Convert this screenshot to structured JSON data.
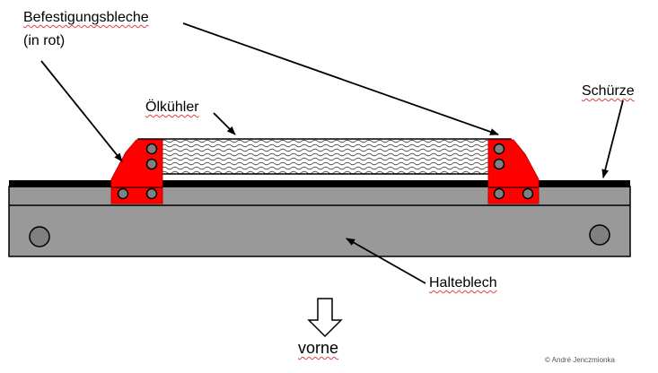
{
  "labels": {
    "befestigungsbleche": "Befestigungsbleche",
    "in_rot": "(in rot)",
    "oelkuehler": "Ölkühler",
    "schuerze": "Schürze",
    "halteblech": "Halteblech",
    "vorne": "vorne",
    "copyright": "© André Jenczmionka"
  },
  "colors": {
    "mounting_plates": "#ff0000",
    "halteblech": "#999999",
    "schuerze": "#000000",
    "bolts": "#808080"
  }
}
